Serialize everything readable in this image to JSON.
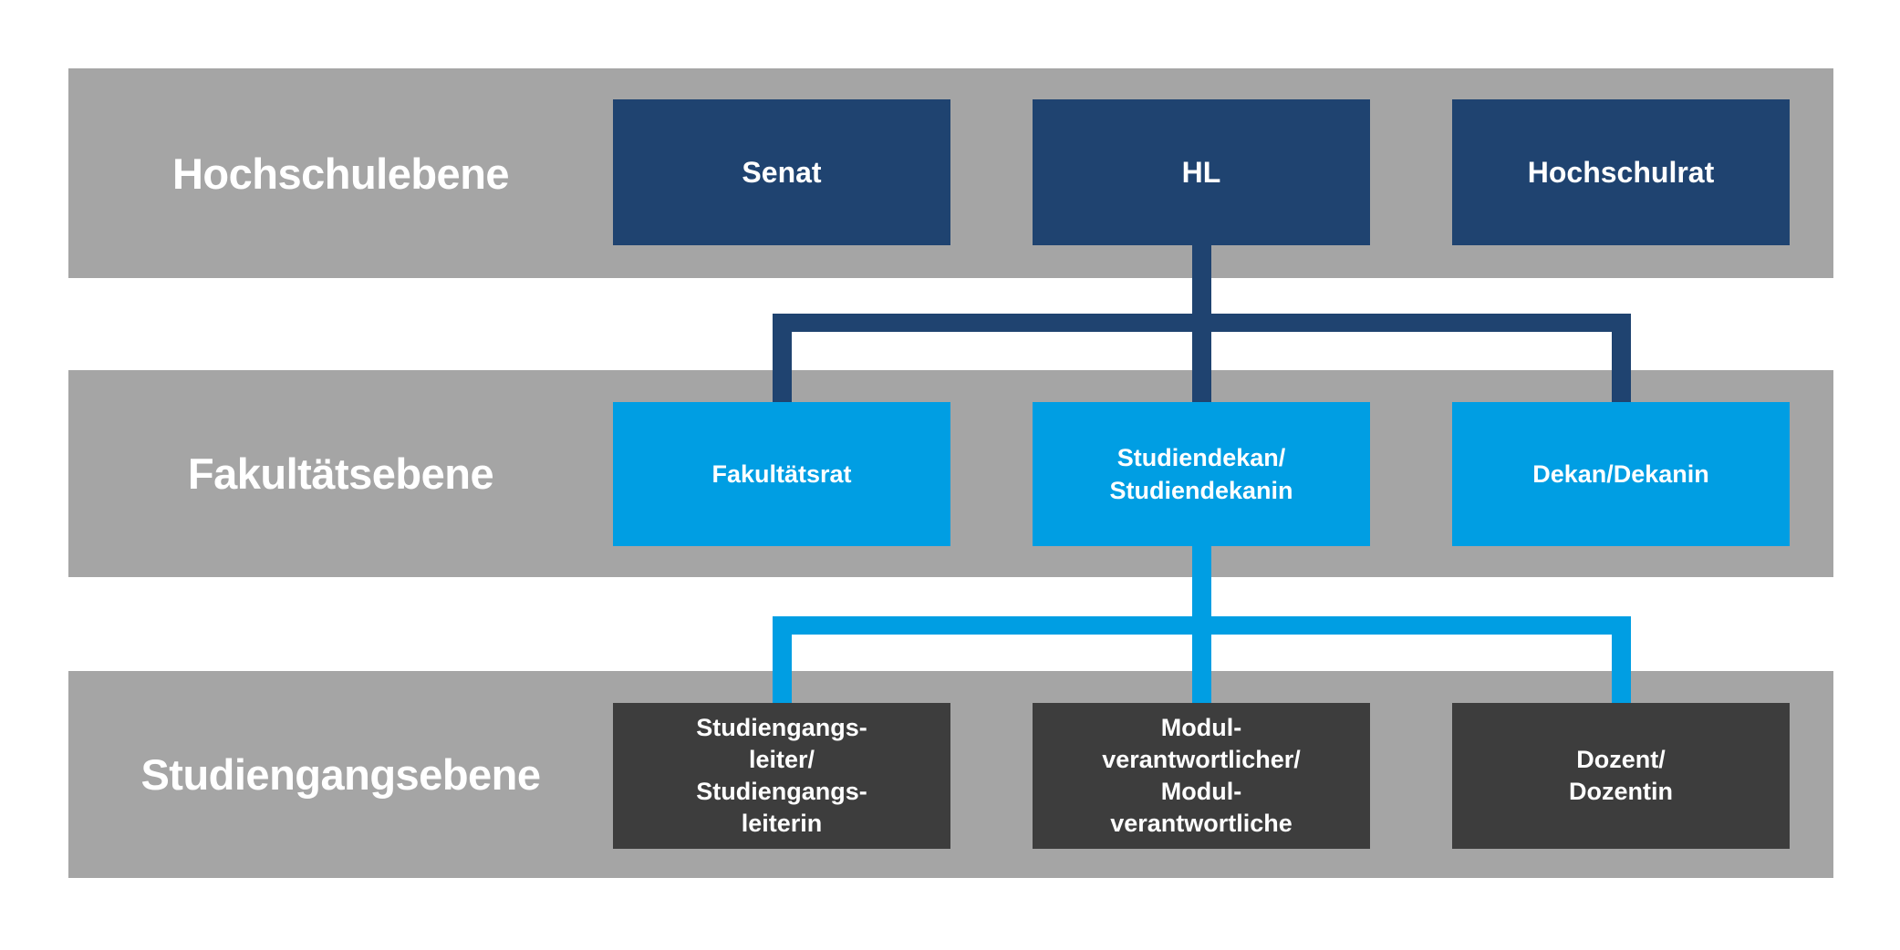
{
  "colors": {
    "page_bg": "#FFFFFF",
    "band_bg": "#A5A5A5",
    "level1_box": "#1F4370",
    "level2_box": "#009EE3",
    "level3_box": "#3D3D3D",
    "connector_dark": "#1F4370",
    "connector_light": "#009EE3",
    "label_text": "#FFFFFF"
  },
  "org_chart": {
    "levels": [
      {
        "label": "Hochschulebene",
        "boxes": [
          {
            "label": "Senat"
          },
          {
            "label": "HL"
          },
          {
            "label": "Hochschulrat"
          }
        ]
      },
      {
        "label": "Fakultätsebene",
        "boxes": [
          {
            "label": "Fakultätsrat"
          },
          {
            "label": "Studiendekan/\nStudiendekanin"
          },
          {
            "label": "Dekan/Dekanin"
          }
        ]
      },
      {
        "label": "Studiengangsebene",
        "boxes": [
          {
            "label": "Studiengangs-\nleiter/\nStudiengangs-\nleiterin"
          },
          {
            "label": "Modul-\nverantwortlicher/\nModul-\nverantwortliche"
          },
          {
            "label": "Dozent/\nDozentin"
          }
        ]
      }
    ],
    "connections": [
      {
        "from": "HL",
        "to": "Fakultätsrat",
        "color": "#1F4370"
      },
      {
        "from": "HL",
        "to": "Studiendekan/Studiendekanin",
        "color": "#1F4370"
      },
      {
        "from": "HL",
        "to": "Dekan/Dekanin",
        "color": "#1F4370"
      },
      {
        "from": "Studiendekan/Studiendekanin",
        "to": "Studiengangsleiter/Studiengangsleiterin",
        "color": "#009EE3"
      },
      {
        "from": "Studiendekan/Studiendekanin",
        "to": "Modulverantwortlicher/Modulverantwortliche",
        "color": "#009EE3"
      },
      {
        "from": "Studiendekan/Studiendekanin",
        "to": "Dozent/Dozentin",
        "color": "#009EE3"
      }
    ]
  }
}
